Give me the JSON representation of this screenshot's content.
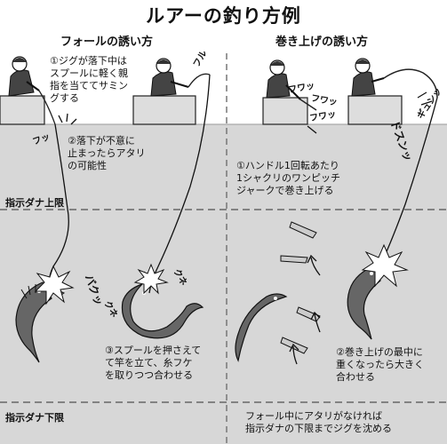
{
  "title": "ルアーの釣り方例",
  "sections": {
    "fall": "フォールの誘い方",
    "reel": "巻き上げの誘い方"
  },
  "notes": {
    "n1": "①ジグが落下中は\nスプールに軽く親\n指を当ててサミン\nグする",
    "n2": "②落下が不意に\n止まったらアタリ\nの可能性",
    "n3": "③スプールを押さえて\nて竿を立て、糸フケ\nを取りつつ合わせる",
    "r1": "①ハンドル1回転あたり\n1シャクリのワンピッチ\nジャークで巻き上げる",
    "r2": "②巻き上げの最中に\n重くなったら大きく\n合わせる",
    "bottom": "フォール中にアタリがなければ\n指示ダナの下限までジグを沈める"
  },
  "depth": {
    "upper": "指示ダナ上限",
    "lower": "指示ダナ下限"
  },
  "sfx": {
    "furu": "フル",
    "fuwa1": "フワッ",
    "fuwa2": "フワッ",
    "fuwa3": "フワッ",
    "fut": "フッ",
    "bakun": "バクッ",
    "kune1": "クネ",
    "kune2": "クネ",
    "gyun": "ギュンッ",
    "dosun": "ドスンッ"
  }
}
